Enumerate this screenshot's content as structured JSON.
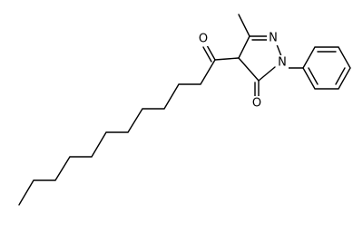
{
  "atoms": {
    "o_ketone": "O",
    "o_lactam": "O",
    "n_imine": "N",
    "n_phenyl": "N"
  }
}
